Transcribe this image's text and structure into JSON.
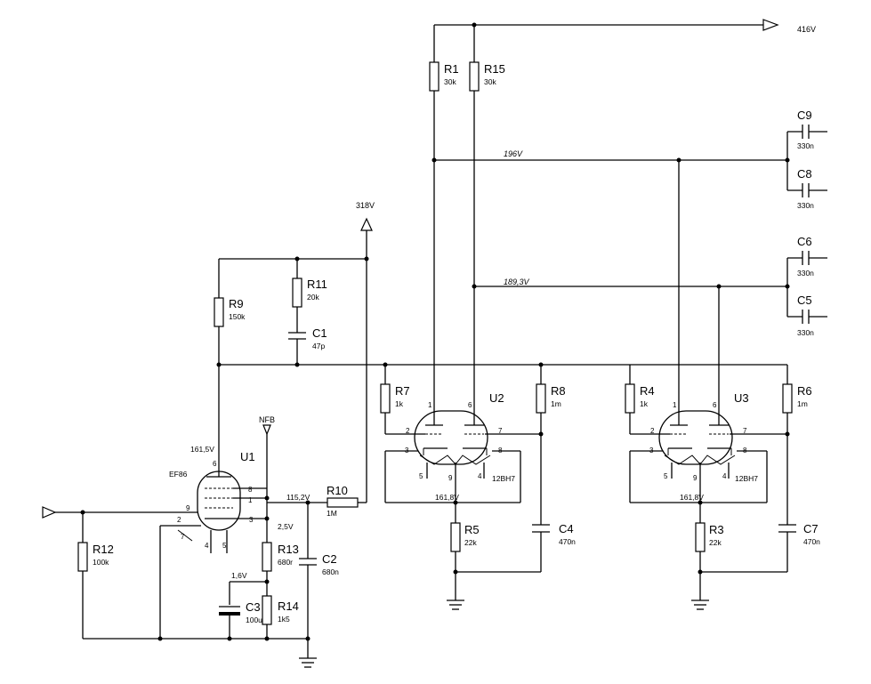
{
  "rails": {
    "v416": "416V",
    "v318": "318V",
    "v196": "196V",
    "v189": "189,3V",
    "nfb": "NFB"
  },
  "tubes": {
    "u1": {
      "ref": "U1",
      "type": "EF86",
      "pins": [
        "6",
        "8",
        "1",
        "9",
        "2",
        "7",
        "3",
        "4",
        "5"
      ]
    },
    "u2": {
      "ref": "U2",
      "type": "12BH7",
      "pins": [
        "1",
        "6",
        "2",
        "7",
        "3",
        "8",
        "5",
        "9",
        "4"
      ]
    },
    "u3": {
      "ref": "U3",
      "type": "12BH7",
      "pins": [
        "1",
        "6",
        "2",
        "7",
        "3",
        "8",
        "5",
        "9",
        "4"
      ]
    }
  },
  "resistors": {
    "r1": {
      "ref": "R1",
      "value": "30k"
    },
    "r15": {
      "ref": "R15",
      "value": "30k"
    },
    "r9": {
      "ref": "R9",
      "value": "150k"
    },
    "r11": {
      "ref": "R11",
      "value": "20k"
    },
    "r7": {
      "ref": "R7",
      "value": "1k"
    },
    "r8": {
      "ref": "R8",
      "value": "1m"
    },
    "r4": {
      "ref": "R4",
      "value": "1k"
    },
    "r6": {
      "ref": "R6",
      "value": "1m"
    },
    "r10": {
      "ref": "R10",
      "value": "1M"
    },
    "r12": {
      "ref": "R12",
      "value": "100k"
    },
    "r13": {
      "ref": "R13",
      "value": "680r"
    },
    "r14": {
      "ref": "R14",
      "value": "1k5"
    },
    "r5": {
      "ref": "R5",
      "value": "22k"
    },
    "r3": {
      "ref": "R3",
      "value": "22k"
    }
  },
  "capacitors": {
    "c1": {
      "ref": "C1",
      "value": "47p"
    },
    "c2": {
      "ref": "C2",
      "value": "680n"
    },
    "c3": {
      "ref": "C3",
      "value": "100u"
    },
    "c4": {
      "ref": "C4",
      "value": "470n"
    },
    "c7": {
      "ref": "C7",
      "value": "470n"
    },
    "c5": {
      "ref": "C5",
      "value": "330n"
    },
    "c6": {
      "ref": "C6",
      "value": "330n"
    },
    "c8": {
      "ref": "C8",
      "value": "330n"
    },
    "c9": {
      "ref": "C9",
      "value": "330n"
    }
  },
  "nodes": {
    "u1_plate": "161,5V",
    "u1_screen": "115,2V",
    "u1_cathode": "2,5V",
    "c3_node": "1,6V",
    "u2_cathode": "161,8V",
    "u3_cathode": "161,8V"
  }
}
